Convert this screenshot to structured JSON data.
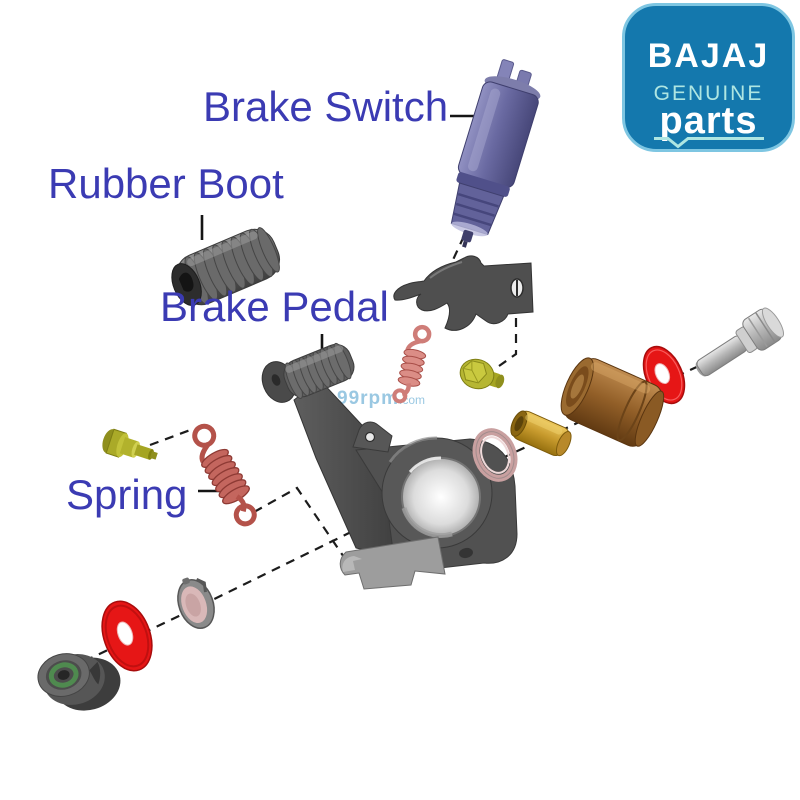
{
  "colors": {
    "label_color": "#3b3bb3",
    "logo_bg": "#1478ad",
    "logo_rim": "#7ec6e2",
    "logo_accent": "#aee6e2",
    "logo_text": "#ffffff",
    "watermark_color": "#9ac8e2"
  },
  "labels": {
    "brake_switch": "Brake Switch",
    "rubber_boot": "Rubber Boot",
    "brake_pedal": "Brake Pedal",
    "spring": "Spring"
  },
  "logo": {
    "brand": "BAJAJ",
    "genuine": "GENUINE",
    "parts": "parts"
  },
  "watermark": {
    "main": "99rpm",
    "suffix": ".com"
  }
}
